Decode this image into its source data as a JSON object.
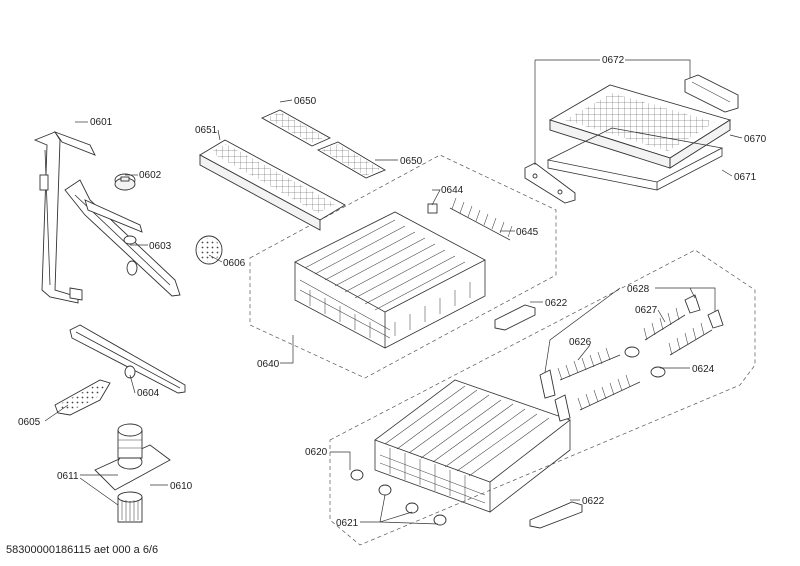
{
  "footer": {
    "document_code": "58300000186115 aet 000 a 6/6"
  },
  "parts": {
    "p0601": "0601",
    "p0602": "0602",
    "p0603": "0603",
    "p0604": "0604",
    "p0605": "0605",
    "p0606": "0606",
    "p0610": "0610",
    "p0611": "0611",
    "p0620": "0620",
    "p0621": "0621",
    "p0622a": "0622",
    "p0622b": "0622",
    "p0624": "0624",
    "p0626": "0626",
    "p0627": "0627",
    "p0628": "0628",
    "p0640": "0640",
    "p0644": "0644",
    "p0645": "0645",
    "p0650a": "0650",
    "p0650b": "0650",
    "p0651": "0651",
    "p0670": "0670",
    "p0671": "0671",
    "p0672": "0672"
  },
  "colors": {
    "line": "#333333",
    "text": "#222222",
    "background": "#ffffff"
  }
}
